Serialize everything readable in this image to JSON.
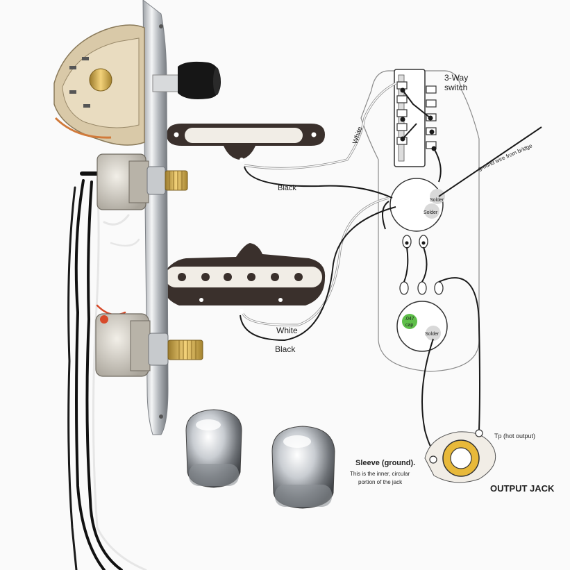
{
  "diagram": {
    "switch_label_line1": "3-Way",
    "switch_label_line2": "switch",
    "ground_wire_label": "ground wire from bridge",
    "neck_pickup_wire_white": "White",
    "neck_pickup_wire_black": "Black",
    "bridge_pickup_wire_white": "White",
    "bridge_pickup_wire_black": "Black",
    "volume_solder_1": "Solder",
    "volume_solder_2": "Solder",
    "tone_solder": "Solder",
    "cap_label_line1": ".047",
    "cap_label_line2": "cap",
    "tip_label": "Tp (hot output)",
    "sleeve_label_line1": "Sleeve (ground).",
    "sleeve_label_line2": "This is the inner, circular",
    "sleeve_label_line3": "portion of the jack",
    "output_jack_label": "OUTPUT JACK"
  },
  "colors": {
    "wire_black": "#1a1a1a",
    "wire_white_outline": "#9a9a9a",
    "cap_green": "#5fbf4a",
    "jack_yellow": "#e8b93a",
    "pickup_dark": "#3a302c",
    "pickup_cream": "#f1ede6",
    "chrome": "#c9ccd0"
  },
  "photo_parts": [
    "control-plate",
    "three-way-switch",
    "volume-pot",
    "tone-pot",
    "chrome-knob-left",
    "chrome-knob-right",
    "wire-harness"
  ]
}
